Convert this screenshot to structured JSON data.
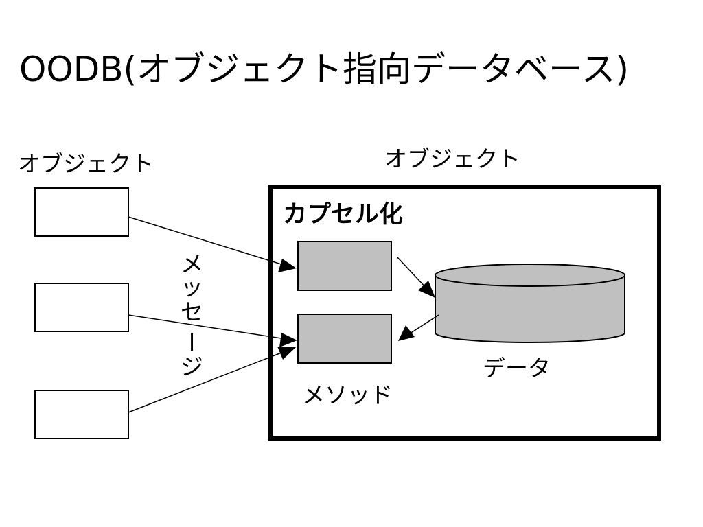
{
  "title": "OODB(オブジェクト指向データベース)",
  "labels": {
    "left_objects": "オブジェクト",
    "right_object": "オブジェクト",
    "encapsulation": "カプセル化",
    "message_chars": [
      "メ",
      "ッ",
      "セ",
      "ー",
      "ジ"
    ],
    "method": "メソッド",
    "data": "データ"
  },
  "colors": {
    "background": "#ffffff",
    "stroke": "#000000",
    "method_fill": "#c0c0c0",
    "data_fill": "#c0c0c0"
  }
}
